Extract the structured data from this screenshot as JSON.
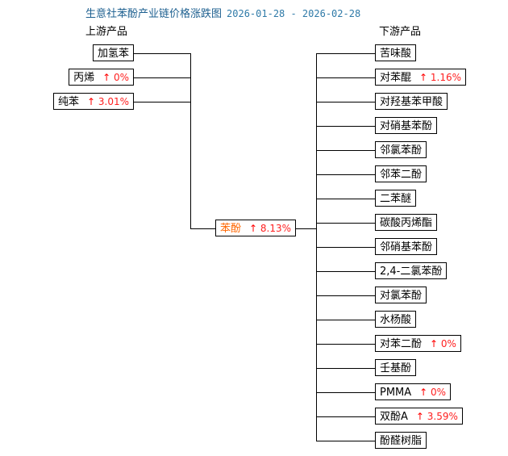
{
  "title": "生意社苯酚产业链价格涨跌图",
  "date_range": "2026-01-28 - 2026-02-28",
  "upstream_label": "上游产品",
  "downstream_label": "下游产品",
  "colors": {
    "title": "#1e6090",
    "center": "#ff6600",
    "rise": "#ff2020"
  },
  "center": {
    "name": "苯酚",
    "change": "8.13%",
    "direction": "up"
  },
  "upstream": [
    {
      "name": "加氢苯",
      "change": null
    },
    {
      "name": "丙烯",
      "change": "0%",
      "direction": "up"
    },
    {
      "name": "纯苯",
      "change": "3.01%",
      "direction": "up"
    }
  ],
  "downstream": [
    {
      "name": "苦味酸",
      "change": null
    },
    {
      "name": "对苯醌",
      "change": "1.16%",
      "direction": "up"
    },
    {
      "name": "对羟基苯甲酸",
      "change": null
    },
    {
      "name": "对硝基苯酚",
      "change": null
    },
    {
      "name": "邻氯苯酚",
      "change": null
    },
    {
      "name": "邻苯二酚",
      "change": null
    },
    {
      "name": "二苯醚",
      "change": null
    },
    {
      "name": "碳酸丙烯酯",
      "change": null
    },
    {
      "name": "邻硝基苯酚",
      "change": null
    },
    {
      "name": "2,4-二氯苯酚",
      "change": null
    },
    {
      "name": "对氯苯酚",
      "change": null
    },
    {
      "name": "水杨酸",
      "change": null
    },
    {
      "name": "对苯二酚",
      "change": "0%",
      "direction": "up"
    },
    {
      "name": "壬基酚",
      "change": null
    },
    {
      "name": "PMMA",
      "change": "0%",
      "direction": "up"
    },
    {
      "name": "双酚A",
      "change": "3.59%",
      "direction": "up"
    },
    {
      "name": "酚醛树脂",
      "change": null
    }
  ]
}
